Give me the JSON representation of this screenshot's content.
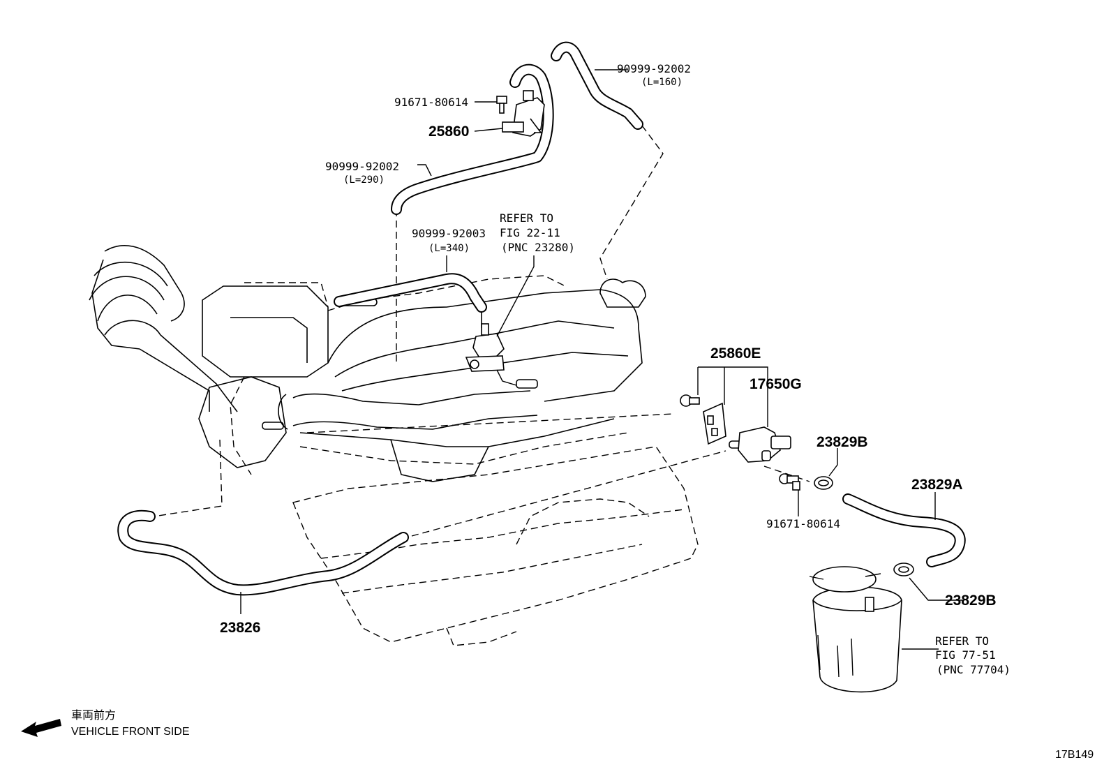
{
  "diagram": {
    "parts": {
      "hose_90999_92002_top": {
        "pn": "90999-92002",
        "len": "(L=160)"
      },
      "bolt_91671_top": {
        "pn": "91671-80614"
      },
      "vsv_25860": {
        "pn": "25860"
      },
      "hose_90999_92002_mid": {
        "pn": "90999-92002",
        "len": "(L=290)"
      },
      "hose_90999_92003": {
        "pn": "90999-92003",
        "len": "(L=340)"
      },
      "refer_22_11": {
        "line1": "REFER TO",
        "line2": "FIG 22-11",
        "line3": "(PNC 23280)"
      },
      "bracket_25860E": {
        "pn": "25860E"
      },
      "valve_17650G": {
        "pn": "17650G"
      },
      "clamp_23829B_top": {
        "pn": "23829B"
      },
      "bolt_91671_bottom": {
        "pn": "91671-80614"
      },
      "hose_23829A": {
        "pn": "23829A"
      },
      "clamp_23829B_bottom": {
        "pn": "23829B"
      },
      "refer_77_51": {
        "line1": "REFER TO",
        "line2": "FIG 77-51",
        "line3": "(PNC 77704)"
      },
      "hose_23826": {
        "pn": "23826"
      }
    },
    "direction": {
      "jp": "車両前方",
      "en": "VEHICLE FRONT SIDE"
    },
    "figure_id": "17B149"
  }
}
